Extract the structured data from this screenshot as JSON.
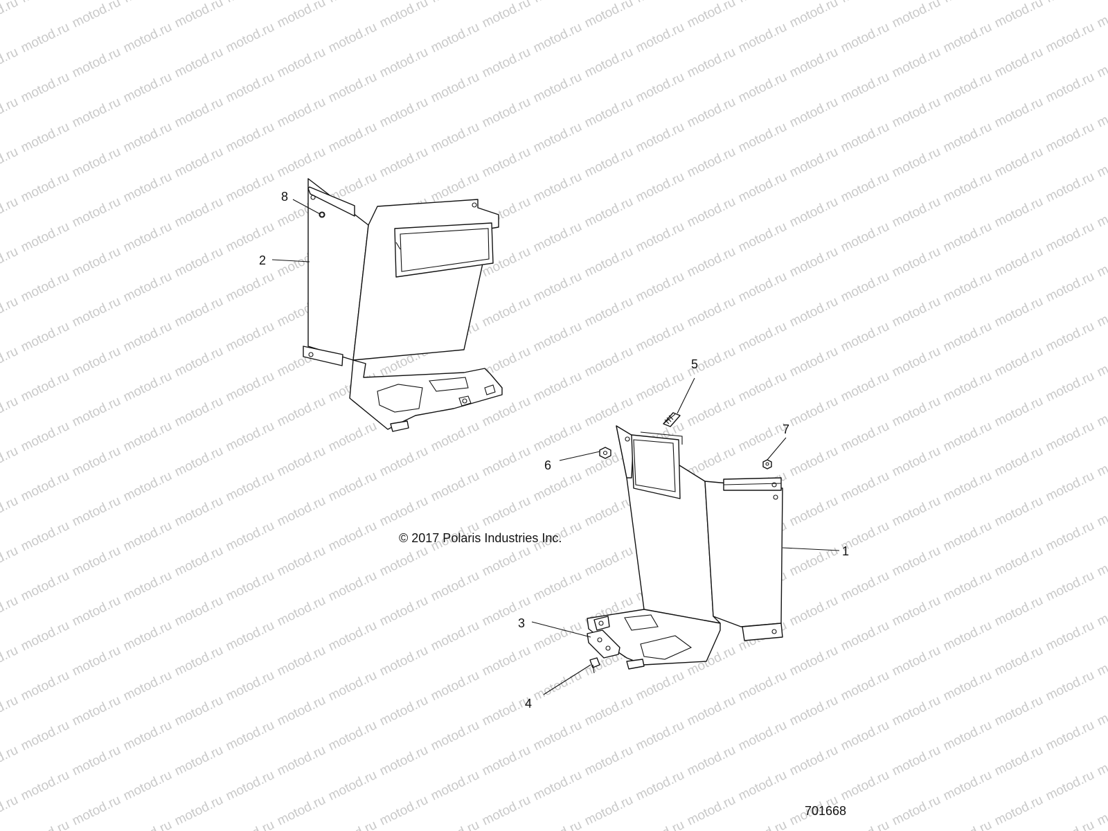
{
  "watermark": {
    "text": "motod.ru",
    "color": "#c9c9c9"
  },
  "callouts": [
    {
      "id": "1",
      "label": "1"
    },
    {
      "id": "2",
      "label": "2"
    },
    {
      "id": "3",
      "label": "3"
    },
    {
      "id": "4",
      "label": "4"
    },
    {
      "id": "5",
      "label": "5"
    },
    {
      "id": "6",
      "label": "6"
    },
    {
      "id": "7",
      "label": "7"
    },
    {
      "id": "8",
      "label": "8"
    }
  ],
  "copyright": "© 2017 Polaris Industries Inc.",
  "document_number": "701668",
  "line_color": "#111111"
}
